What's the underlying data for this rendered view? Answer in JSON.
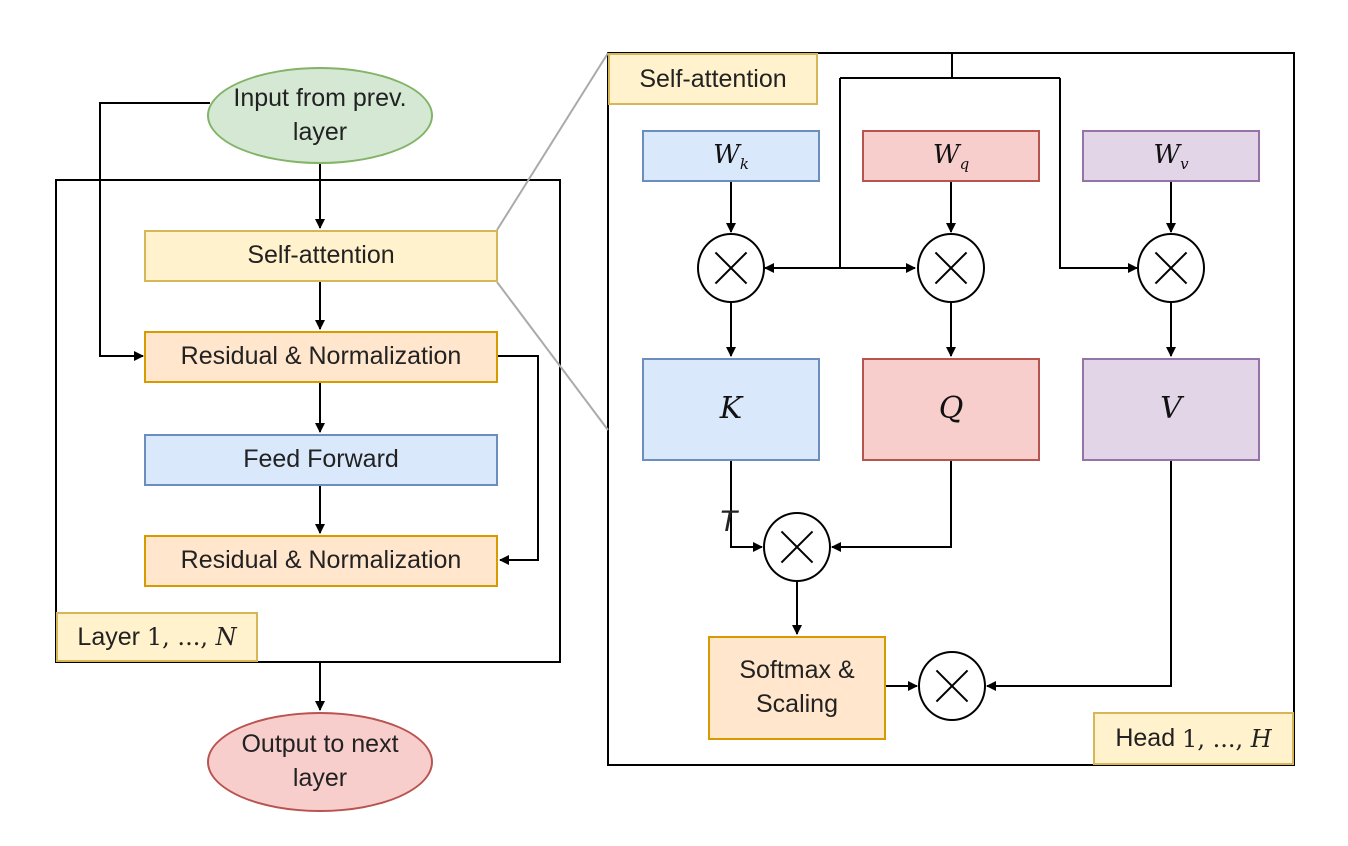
{
  "left": {
    "input": "Input from prev. layer",
    "self_attention": "Self-attention",
    "residual_1": "Residual & Normalization",
    "feed_forward": "Feed Forward",
    "residual_2": "Residual & Normalization",
    "layer_prefix": "Layer ",
    "layer_range": "1, ..., ",
    "layer_var": "N",
    "output": "Output to next layer"
  },
  "right": {
    "title": "Self-attention",
    "wk_base": "W",
    "wk_sub": "k",
    "wq_base": "W",
    "wq_sub": "q",
    "wv_base": "W",
    "wv_sub": "v",
    "k": "K",
    "q": "Q",
    "v": "V",
    "transpose": "T",
    "softmax": "Softmax & Scaling",
    "head_prefix": "Head ",
    "head_range": "1, ..., ",
    "head_var": "H"
  },
  "colors": {
    "yellow_fill": "#fff2cc",
    "yellow_stroke": "#d6b656",
    "orange_fill": "#ffe6cc",
    "orange_stroke": "#d79b00",
    "blue_fill": "#dae8fc",
    "blue_stroke": "#6c8ebf",
    "red_fill": "#f8cecc",
    "red_stroke": "#b85450",
    "purple_fill": "#e1d5e7",
    "purple_stroke": "#9673a6",
    "green_fill": "#d5e8d4",
    "green_stroke": "#82b366"
  }
}
